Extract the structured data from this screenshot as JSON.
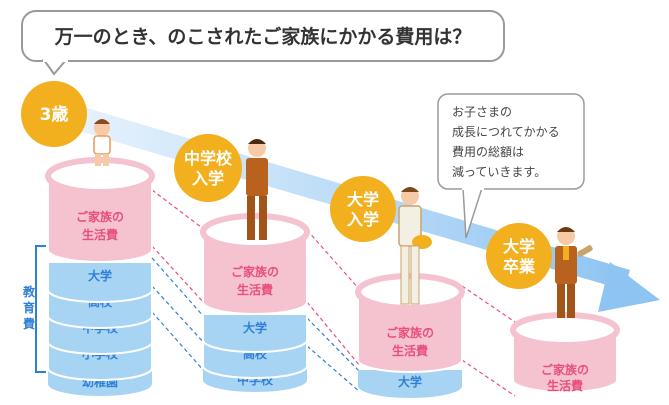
{
  "title": "万一のとき、のこされたご家族にかかる費用は？",
  "note": {
    "line1": "お子さまの",
    "line2": "成長につれてかかる",
    "line3": "費用の総額は",
    "line4": "減っていきます。"
  },
  "side_label": {
    "c1": "教",
    "c2": "育",
    "c3": "費"
  },
  "stages": [
    {
      "badge_line1": "3歳",
      "badge_line2": "",
      "living_line1": "ご家族の",
      "living_line2": "生活費",
      "education": [
        "大学",
        "高校",
        "中学校",
        "小学校",
        "幼稚園"
      ]
    },
    {
      "badge_line1": "中学校",
      "badge_line2": "入学",
      "living_line1": "ご家族の",
      "living_line2": "生活費",
      "education": [
        "大学",
        "高校",
        "中学校"
      ]
    },
    {
      "badge_line1": "大学",
      "badge_line2": "入学",
      "living_line1": "ご家族の",
      "living_line2": "生活費",
      "education": [
        "大学"
      ]
    },
    {
      "badge_line1": "大学",
      "badge_line2": "卒業",
      "living_line1": "ご家族の",
      "living_line2": "生活費",
      "education": []
    }
  ],
  "colors": {
    "badge": "#f2b01e",
    "living_side": "#f5c2d0",
    "living_top": "#ffffff",
    "living_text": "#e8507a",
    "edu_side": "#a8d4f4",
    "edu_text": "#2f7fd6",
    "arrow": "#9fcdf5",
    "connector_pink": "#e8507a",
    "connector_blue": "#2f7fd6"
  }
}
